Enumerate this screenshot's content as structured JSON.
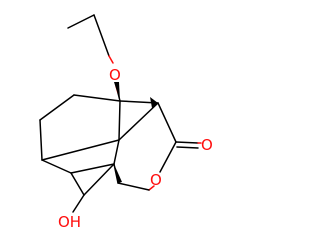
{
  "molecule": {
    "labels": {
      "ether_oxygen": "O",
      "carbonyl_oxygen": "O",
      "ring_oxygen": "O",
      "hydroxyl": "OH"
    },
    "colors": {
      "bond": "#000000",
      "heteroatom": "#ff0d0d",
      "background": "#ffffff"
    }
  }
}
